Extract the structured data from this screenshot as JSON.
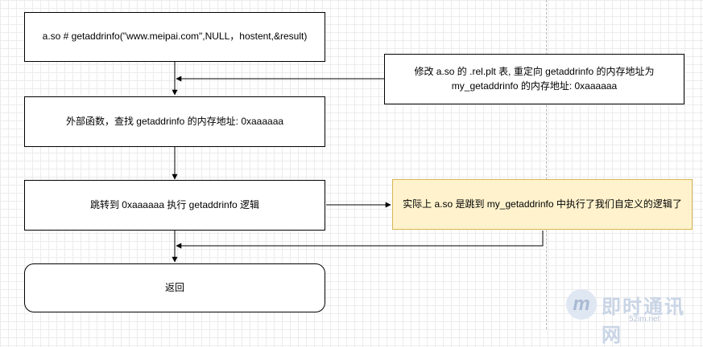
{
  "nodes": {
    "call": "a.so # getaddrinfo(\"www.meipai.com\",NULL，hostent,&result)",
    "external": "外部函数，查找 getaddrinfo 的内存地址: 0xaaaaaa",
    "jump": "跳转到 0xaaaaaa 执行 getaddrinfo 逻辑",
    "ret": "返回"
  },
  "notes": {
    "plt_line1": "修改 a.so 的 .rel.plt 表, 重定向 getaddrinfo  的内存地址为",
    "plt_line2": "my_getaddrinfo 的内存地址: 0xaaaaaa",
    "actual": "实际上 a.so  是跳到 my_getaddrinfo  中执行了我们自定义的逻辑了"
  },
  "watermark": {
    "logo": "m",
    "name": "即时通讯网",
    "url": "52im.net"
  }
}
